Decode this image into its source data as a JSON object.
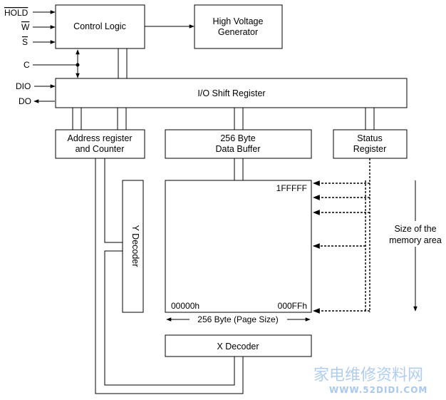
{
  "signals": {
    "hold": "HOLD",
    "w": "W",
    "s": "S",
    "c": "C",
    "dio": "DIO",
    "do": "DO"
  },
  "blocks": {
    "control_logic": "Control Logic",
    "hv_line1": "High Voltage",
    "hv_line2": "Generator",
    "io_shift_register": "I/O Shift Register",
    "addr_line1": "Address register",
    "addr_line2": "and Counter",
    "buf_line1": "256 Byte",
    "buf_line2": "Data Buffer",
    "status_line1": "Status",
    "status_line2": "Register",
    "y_decoder": "Y Decoder",
    "x_decoder": "X Decoder"
  },
  "memory": {
    "top_right": "1FFFFF",
    "bottom_left": "00000h",
    "bottom_right": "000FFh",
    "page_size": "256 Byte (Page Size)"
  },
  "annotation": {
    "size_line1": "Size of the",
    "size_line2": "memory area"
  },
  "watermark": {
    "chinese": "家电维修资料网",
    "url": "WWW.52DIDI.COM"
  }
}
